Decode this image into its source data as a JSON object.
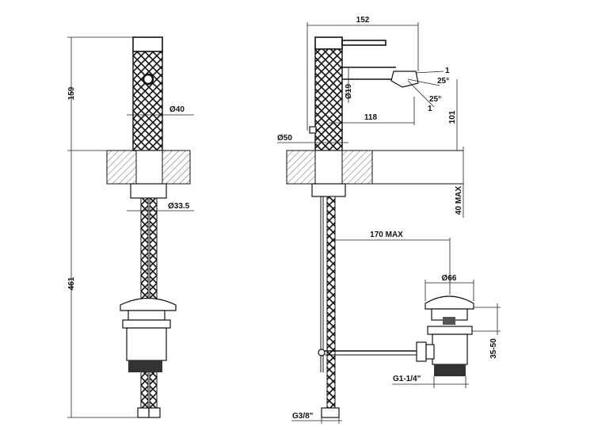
{
  "drawing": {
    "left_view": {
      "height_top": "159",
      "height_bottom": "461",
      "body_diameter": "Ø40",
      "hose_diameter": "Ø33.5"
    },
    "side_view": {
      "overall_length": "152",
      "nozzle_tilt_1": "1",
      "nozzle_angle_1": "25°",
      "nozzle_angle_2": "25°",
      "nozzle_tilt_2": "1",
      "spout_diameter": "Ø19",
      "spout_reach": "118",
      "spout_height": "101",
      "base_diameter": "Ø50",
      "counter_thickness": "40 MAX",
      "waste_distance": "170 MAX",
      "waste_diameter": "Ø66",
      "waste_range": "35-50",
      "waste_thread": "G1-1/4\"",
      "hose_thread": "G3/8\""
    }
  }
}
